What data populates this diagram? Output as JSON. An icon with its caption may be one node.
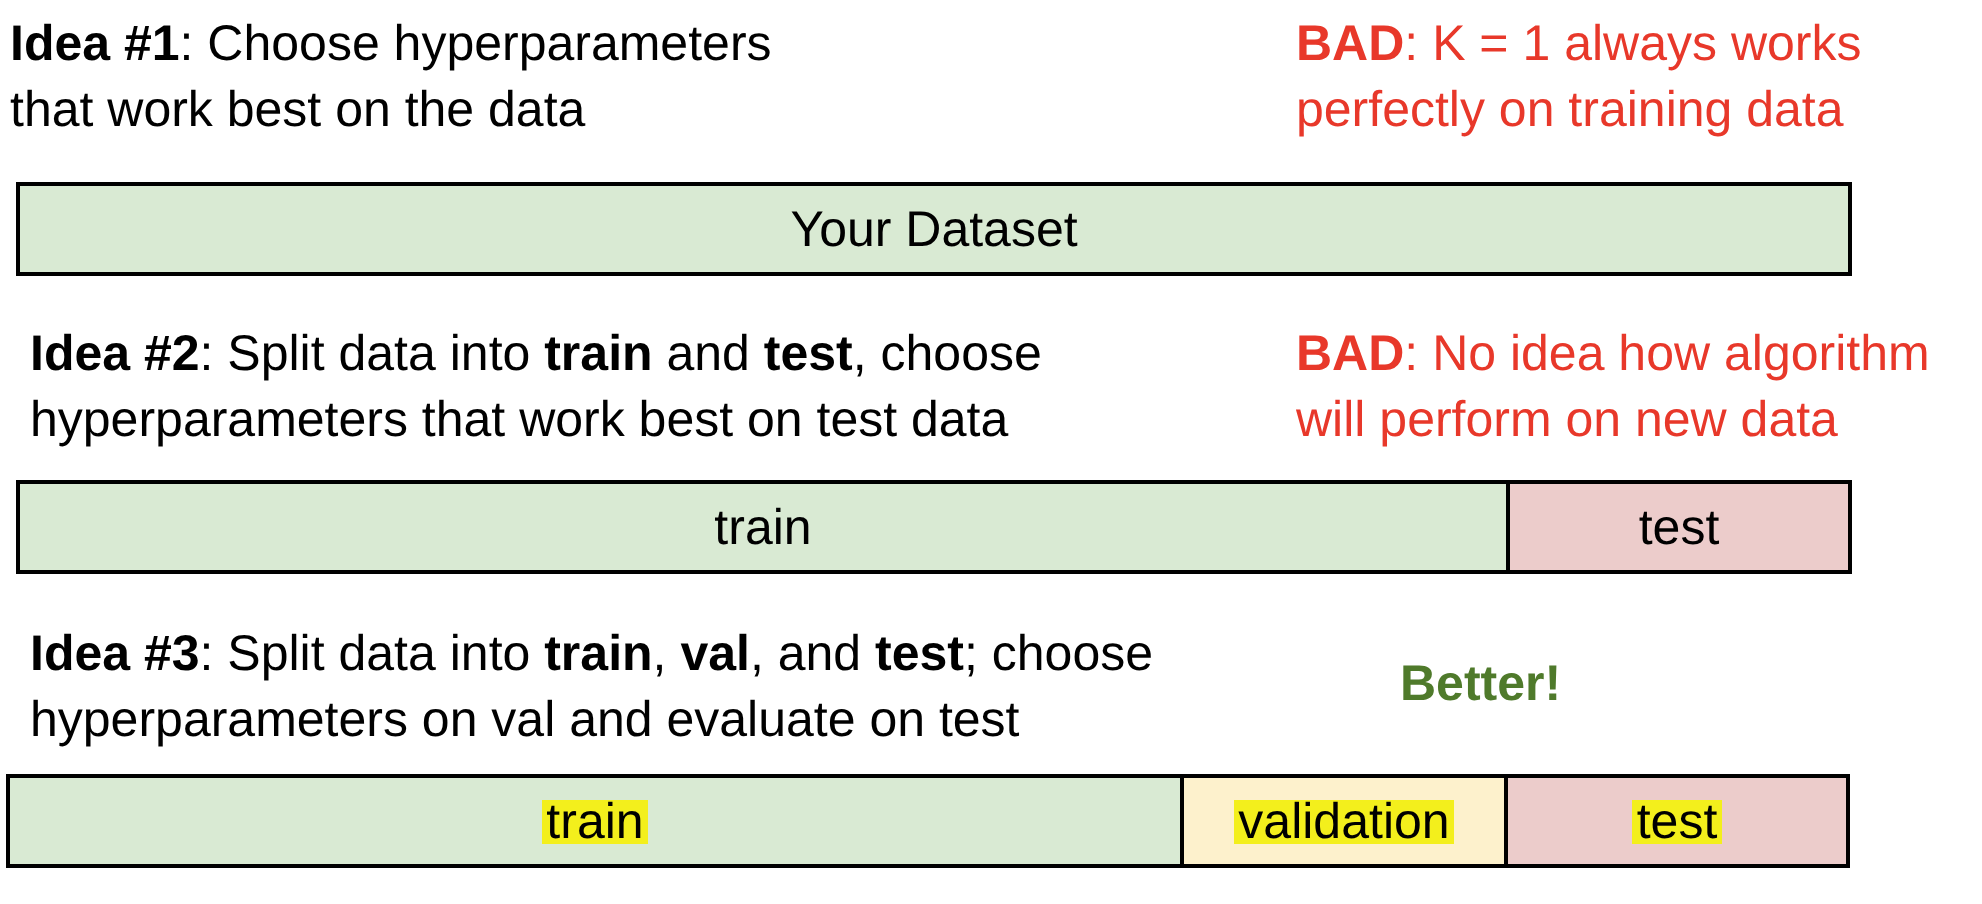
{
  "diagram": {
    "nodes": [
      {
        "text": [
          "Your Dataset"
        ]
      },
      {
        "text": [
          "train"
        ]
      },
      {
        "text": [
          "test"
        ]
      },
      {
        "text": [
          "train"
        ]
      },
      {
        "text": [
          "validation"
        ]
      },
      {
        "text": [
          "test"
        ]
      }
    ],
    "edges": [],
    "labels": [
      "**Idea #1**: Choose hyperparameters that work best on the data",
      "**BAD**: K = 1 always works perfectly on training data",
      "**Idea #2**: Split data into **train** and **test**, choose hyperparameters that work best on test data",
      "**BAD**: No idea how algorithm will perform on new data",
      "**Idea #3**: Split data into **train**, **val**, and **test**; choose hyperparameters on val and evaluate on test",
      "Better!"
    ]
  }
}
